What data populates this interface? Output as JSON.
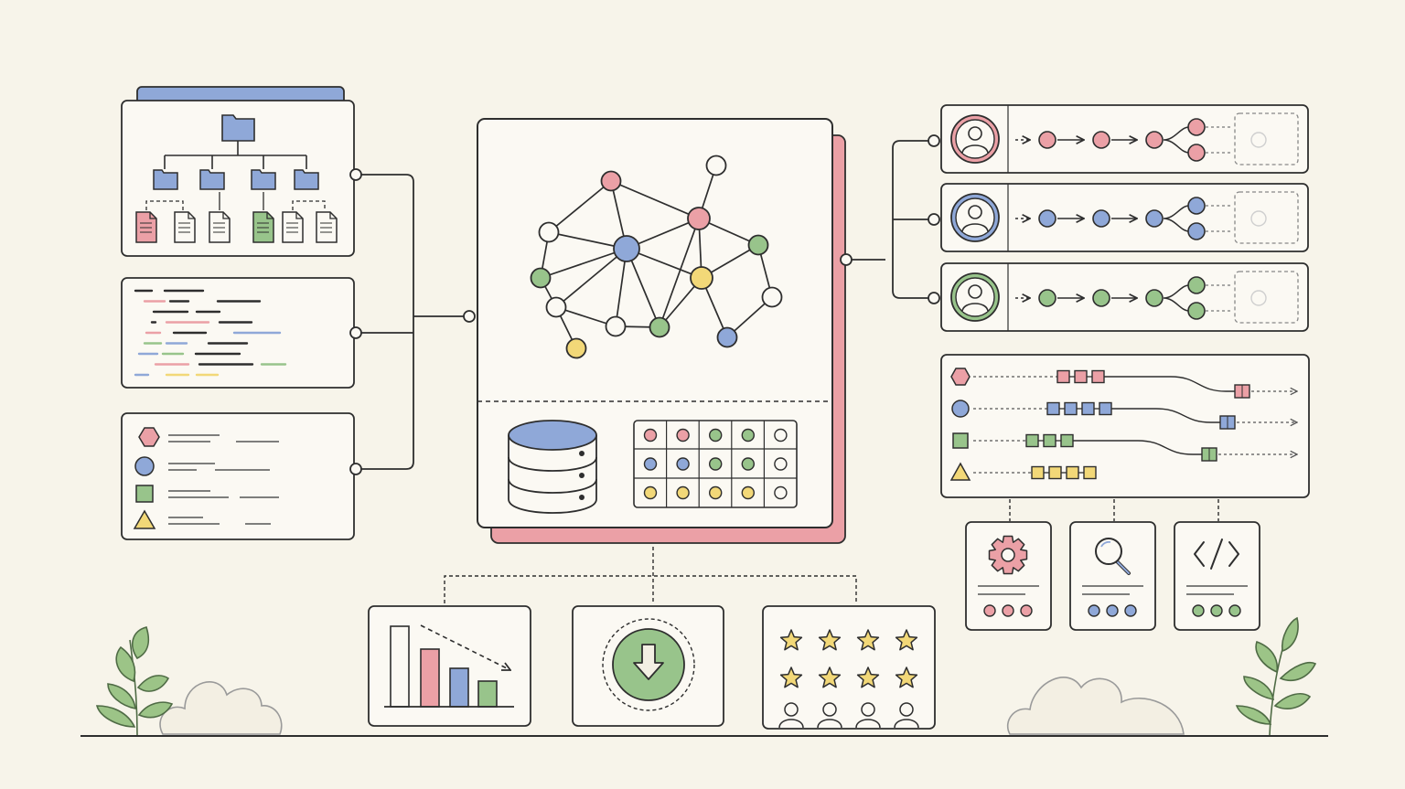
{
  "palette": {
    "background": "#f7f4ea",
    "panel": "#fbf9f3",
    "ink": "#2e2e2e",
    "muted": "#8a8a8a",
    "blue": "#8fa8d8",
    "pink": "#eba0a6",
    "green": "#98c48b",
    "yellow": "#f2d878",
    "leaf": "#9cc487"
  },
  "left_column": {
    "folder_tree": {
      "file_colors": [
        "pink",
        "white",
        "white",
        "green",
        "white",
        "white"
      ]
    },
    "code_lines": [
      "pink",
      "blue",
      "green",
      "yellow",
      "ink"
    ],
    "shape_legend": [
      "pink-hexagon",
      "blue-circle",
      "green-square",
      "yellow-triangle"
    ]
  },
  "center_panel": {
    "network": {
      "node_colors": [
        "pink",
        "white",
        "blue",
        "pink",
        "green",
        "yellow",
        "green",
        "white",
        "white",
        "white",
        "yellow",
        "green",
        "white",
        "blue"
      ]
    },
    "database_icon": "database-icon",
    "node_grid": [
      [
        "pink",
        "pink",
        "green",
        "green",
        "white"
      ],
      [
        "blue",
        "blue",
        "green",
        "green",
        "white"
      ],
      [
        "yellow",
        "yellow",
        "yellow",
        "yellow",
        "white"
      ]
    ]
  },
  "right_column": {
    "pipelines": [
      {
        "color": "pink",
        "icon": "user-avatar-icon"
      },
      {
        "color": "blue",
        "icon": "user-avatar-icon"
      },
      {
        "color": "green",
        "icon": "user-avatar-icon"
      }
    ],
    "timeline_tracks": [
      {
        "shape": "hexagon",
        "color": "pink",
        "blocks": 3
      },
      {
        "shape": "circle",
        "color": "blue",
        "blocks": 4
      },
      {
        "shape": "square",
        "color": "green",
        "blocks": 3
      },
      {
        "shape": "triangle",
        "color": "yellow",
        "blocks": 4
      }
    ],
    "tool_cards": [
      {
        "icon": "gear-icon",
        "color": "pink"
      },
      {
        "icon": "magnifier-icon",
        "color": "blue"
      },
      {
        "icon": "code-brackets-icon",
        "color": "green"
      }
    ]
  },
  "bottom_row": {
    "bar_chart_card": {
      "bar_colors": [
        "white",
        "pink",
        "blue",
        "green"
      ]
    },
    "download_card": {
      "icon": "download-arrow-icon"
    },
    "ratings_card": {
      "stars_per_row": 4,
      "rows": 2,
      "people": 4
    }
  }
}
